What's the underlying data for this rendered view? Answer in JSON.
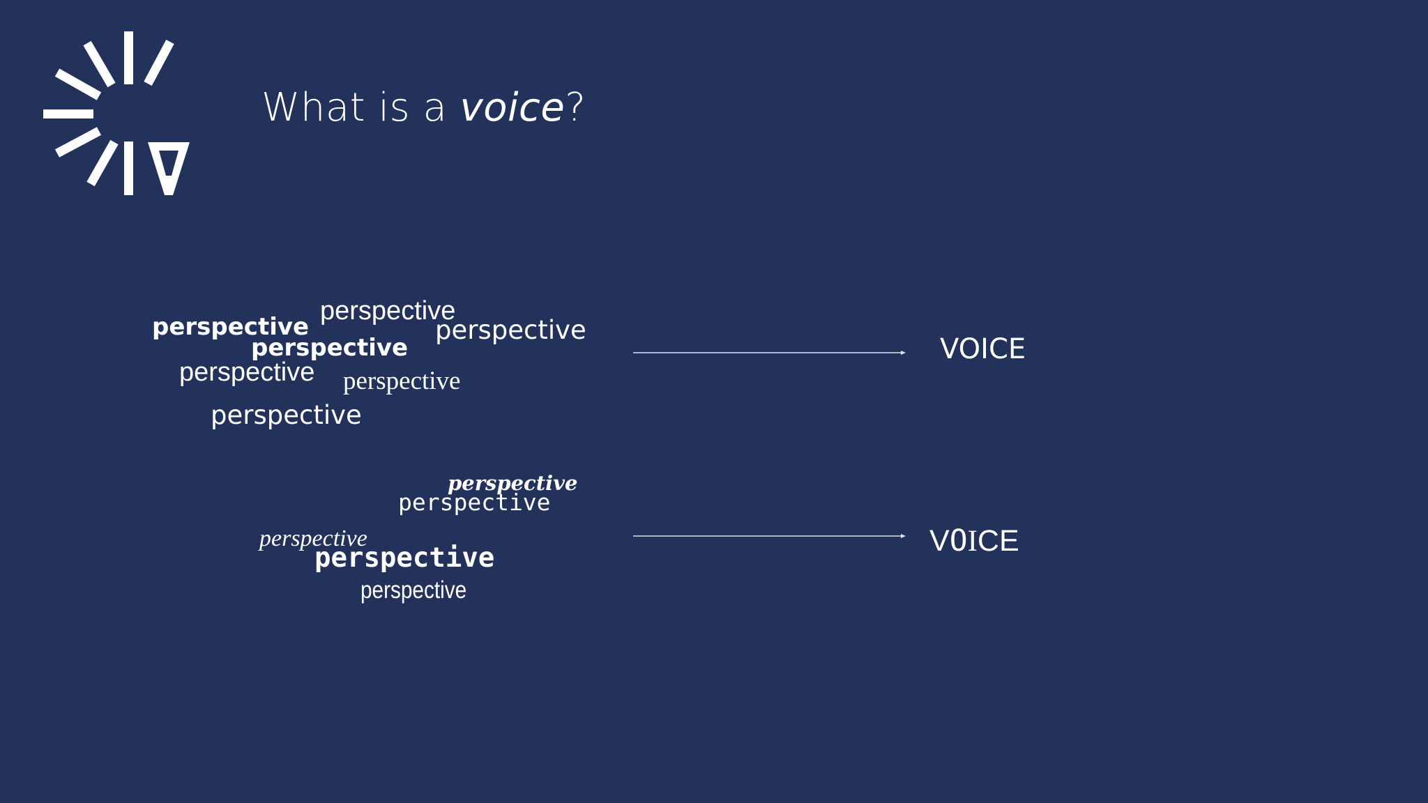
{
  "slide": {
    "background": "#22325a",
    "title_pre": "What is a ",
    "title_em": "voice",
    "title_post": "?",
    "logo_icon": "ai-sunburst-logo"
  },
  "group_uniform": {
    "words": [
      "perspective",
      "perspective",
      "perspective",
      "perspective",
      "perspective",
      "perspective",
      "perspective"
    ],
    "result": "VOICE"
  },
  "group_varied": {
    "words": [
      "perspective",
      "perspective",
      "perspective",
      "perspective",
      "perspective"
    ],
    "result_parts": [
      "V",
      "O",
      "I",
      "CE"
    ]
  }
}
